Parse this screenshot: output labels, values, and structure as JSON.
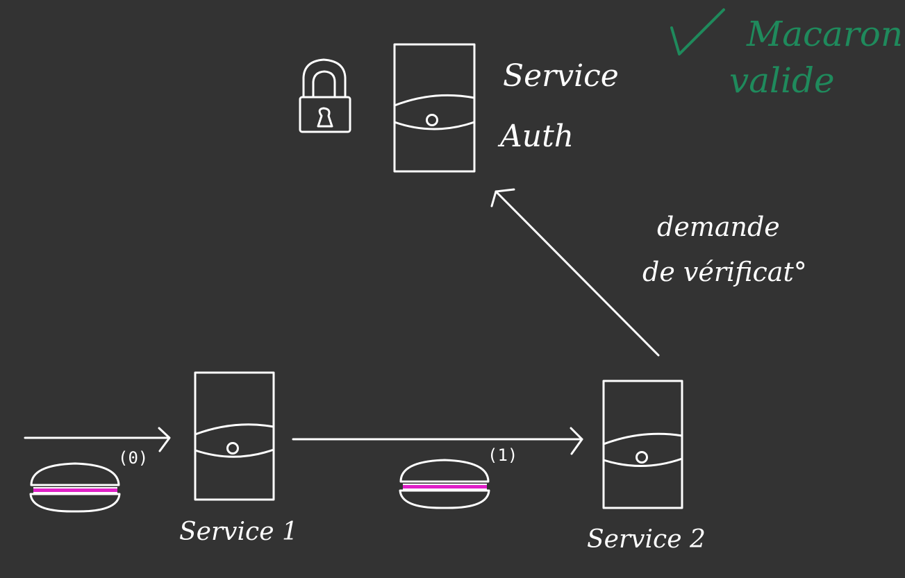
{
  "diagram": {
    "background": "#333333",
    "stroke_color": "#ffffff",
    "accent_valid": "#1f8a5c",
    "accent_filling": "#e020c8",
    "auth": {
      "label_line1": "Service",
      "label_line2": "Auth"
    },
    "service1": {
      "label": "Service 1"
    },
    "service2": {
      "label": "Service 2"
    },
    "request": {
      "label_line1": "demande",
      "label_line2": "de vérificat°"
    },
    "step0": {
      "label": "(0)"
    },
    "step1": {
      "label": "(1)"
    },
    "status": {
      "check": "✓",
      "line1": "Macaron",
      "line2": "valide"
    }
  }
}
